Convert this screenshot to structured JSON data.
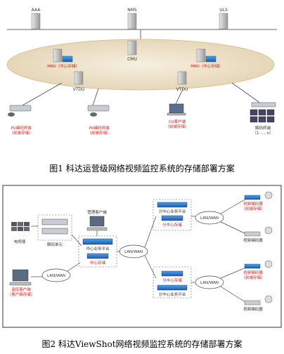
{
  "figure1": {
    "caption": "图1 科达运营级网络视频监控系统的存储部署方案",
    "servers": {
      "aaa": "AAA",
      "nms": "NMS",
      "uls": "ULS",
      "cmu": "CMU"
    },
    "mru_left": {
      "name": "MRU（中心存储）"
    },
    "mru_right": {
      "name": "MRU（中心存储）"
    },
    "vtdu_left": "VTDU",
    "vtdu_right": "VTDU",
    "pu1": {
      "line1": "PU编码终端",
      "line2": "（前端存储）"
    },
    "pu2": {
      "line1": "PU编码终端",
      "line2": "（前端存储）"
    },
    "cu": {
      "line1": "CU客户端",
      "line2": "（前端存储）"
    },
    "decoder": {
      "line1": "解码终端",
      "line2": "（1……n）"
    },
    "colors": {
      "ellipse": "#e9dcc1",
      "label_red": "#d22020",
      "server": "#c8c8c8"
    }
  },
  "figure2": {
    "caption": "图2 科达ViewShot网络视频监控系统的存储部署方案",
    "tv_wall": "电视墙",
    "decoder_unit": "解码单元",
    "admin_client": "管理客户端",
    "center_platform": "中心业务平台",
    "center_storage": "中心存储",
    "lan_wan": [
      "LAN/WAN",
      "LAN/WAN",
      "LAN/WAN",
      "LAN/WAN"
    ],
    "monitor_client": {
      "line1": "监控客户端",
      "line2": "（客户端存储）"
    },
    "sub_top": {
      "platform": "分中心业务平台",
      "storage": "分中心存储"
    },
    "sub_bottom": {
      "platform": "分中心业务平台",
      "storage": "分中心存储"
    },
    "encoders": [
      {
        "line1": "视频编码器",
        "line2": "（前端存储）"
      },
      {
        "line1": "视频编码器",
        "line2": ""
      },
      {
        "line1": "视频编码器",
        "line2": "（前端存储）"
      },
      {
        "line1": "视频编码器",
        "line2": ""
      }
    ],
    "colors": {
      "border": "#333333",
      "device_blue": "#2f7fd0",
      "label_red": "#d22020"
    }
  }
}
